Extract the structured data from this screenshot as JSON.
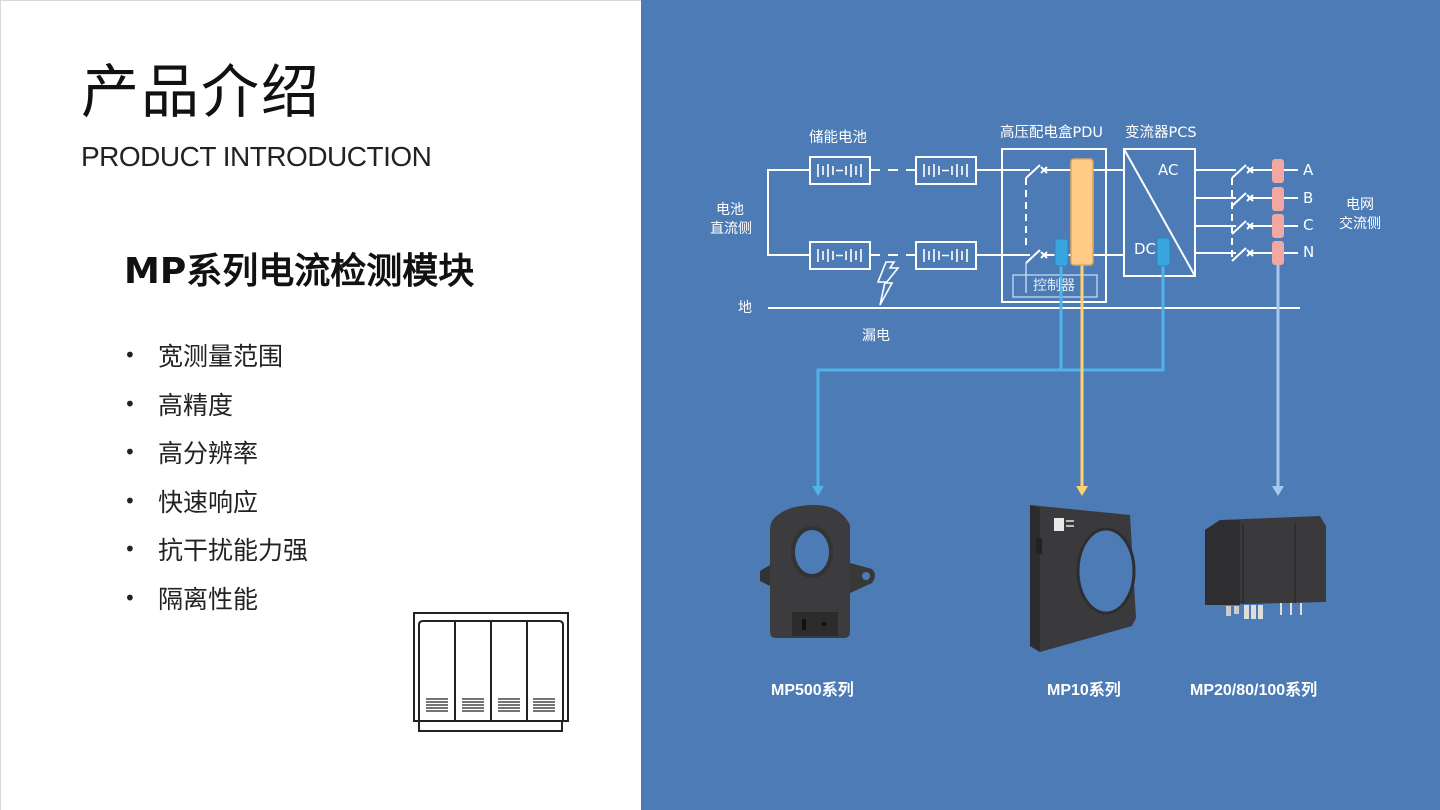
{
  "slide": {
    "title_cn": "产品介绍",
    "title_en": "PRODUCT INTRODUCTION",
    "subtitle": "MP系列电流检测模块",
    "bullet_glyph": "•",
    "features": [
      "宽测量范围",
      "高精度",
      "高分辨率",
      "快速响应",
      "抗干扰能力强",
      "隔离性能"
    ]
  },
  "diagram": {
    "battery_label": "储能电池",
    "battery_side_label": [
      "电池",
      "直流侧"
    ],
    "pdu_label": "高压配电盒PDU",
    "pcs_label": "变流器PCS",
    "controller_label": "控制器",
    "ground_label": "地",
    "leakage_label": "漏电",
    "ac_label": "AC",
    "dc_label": "DC",
    "phases": [
      "A",
      "B",
      "C",
      "N"
    ],
    "grid_side_label": [
      "电网",
      "交流侧"
    ],
    "colors": {
      "background": "#4d7bb5",
      "line": "#ffffff",
      "sensor_blue": "#3aa6e0",
      "sensor_orange": "#ffcc88",
      "sensor_pink": "#f0a8a0",
      "arrow_blue": "#4fb3e8",
      "arrow_yellow": "#ffd070",
      "arrow_lightblue": "#a6c8ee"
    }
  },
  "products": [
    {
      "name": "MP500系列"
    },
    {
      "name": "MP10系列"
    },
    {
      "name": "MP20/80/100系列"
    }
  ]
}
